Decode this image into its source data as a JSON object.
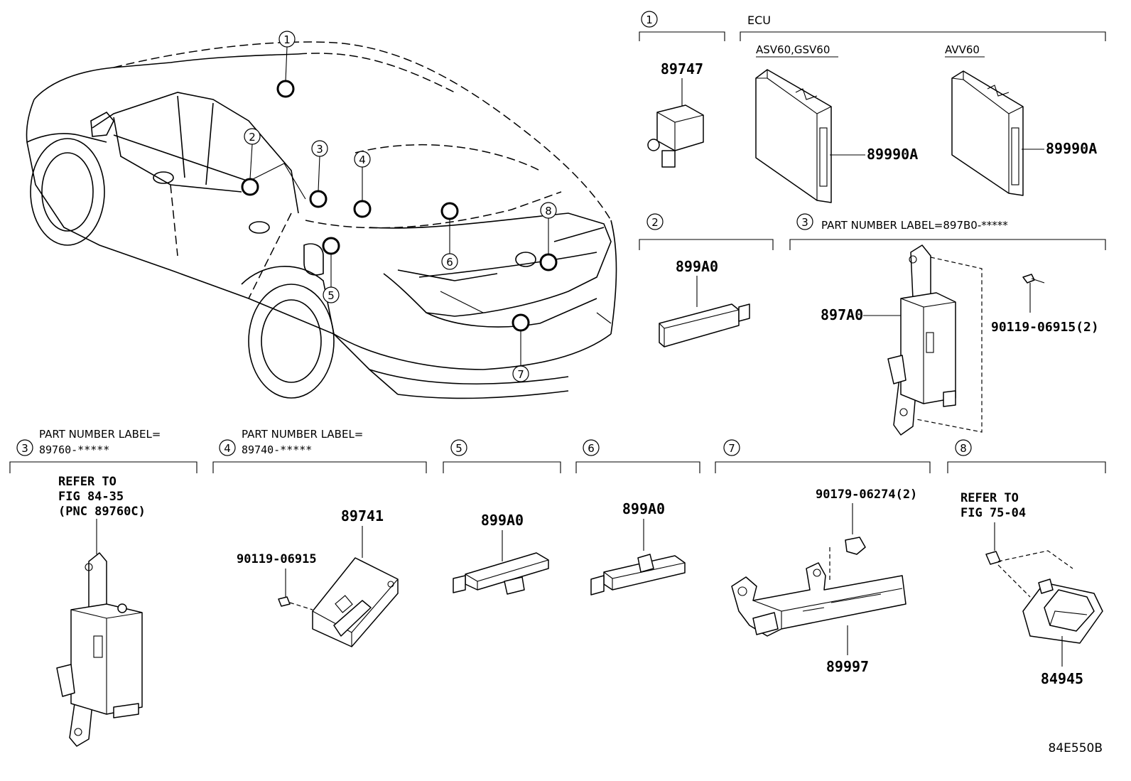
{
  "diagram": {
    "drawing_code": "84E550B",
    "ecu_header": "ECU",
    "variant_a": "ASV60,GSV60",
    "variant_b": "AVV60",
    "label_ref_3_top": "PART NUMBER LABEL=897B0-*****",
    "label_ref_3_bottom_line1": "PART NUMBER LABEL=",
    "label_ref_3_bottom_line2": "89760-*****",
    "label_ref_4_line1": "PART NUMBER LABEL=",
    "label_ref_4_line2": "89740-*****",
    "refer_1_line1": "REFER TO",
    "refer_1_line2": "FIG 84-35",
    "refer_1_line3": "(PNC 89760C)",
    "refer_2_line1": "REFER TO",
    "refer_2_line2": "FIG 75-04",
    "parts": {
      "p89747": "89747",
      "p89990A_a": "89990A",
      "p89990A_b": "89990A",
      "p899A0_a": "899A0",
      "p897A0": "897A0",
      "p90119_06915_2": "90119-06915(2)",
      "p89741": "89741",
      "p90119_06915": "90119-06915",
      "p899A0_b": "899A0",
      "p899A0_c": "899A0",
      "p90179_06274_2": "90179-06274(2)",
      "p89997": "89997",
      "p84945": "84945"
    },
    "callout_numbers": [
      "1",
      "2",
      "3",
      "4",
      "5",
      "6",
      "7",
      "8"
    ]
  }
}
